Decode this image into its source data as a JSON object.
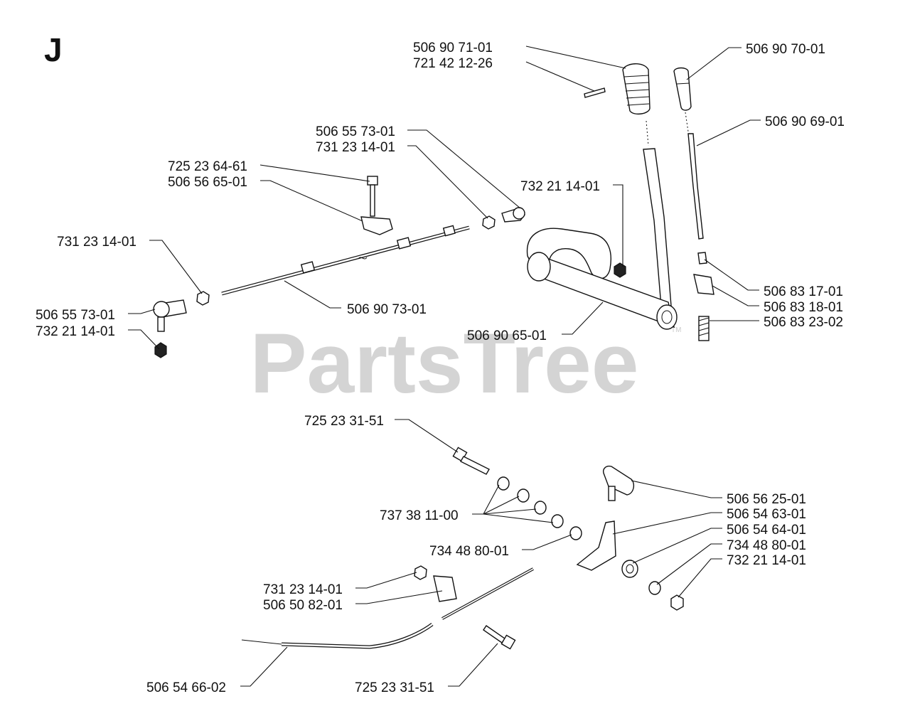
{
  "section_letter": "J",
  "watermark": "PartsTree",
  "watermark_mark": "TM",
  "callouts": [
    {
      "id": "c1",
      "text": "506 90 71-01",
      "anchor": "start"
    },
    {
      "id": "c2",
      "text": "721 42 12-26",
      "anchor": "start"
    },
    {
      "id": "c3",
      "text": "506 90 70-01",
      "anchor": "start"
    },
    {
      "id": "c4",
      "text": "506 55 73-01",
      "anchor": "start"
    },
    {
      "id": "c5",
      "text": "731 23 14-01",
      "anchor": "start"
    },
    {
      "id": "c6",
      "text": "506 90 69-01",
      "anchor": "start"
    },
    {
      "id": "c7",
      "text": "725 23 64-61",
      "anchor": "start"
    },
    {
      "id": "c8",
      "text": "506 56 65-01",
      "anchor": "start"
    },
    {
      "id": "c9",
      "text": "732 21 14-01",
      "anchor": "start"
    },
    {
      "id": "c10",
      "text": "731 23 14-01",
      "anchor": "start"
    },
    {
      "id": "c11",
      "text": "506 90 73-01",
      "anchor": "start"
    },
    {
      "id": "c12",
      "text": "506 55 73-01",
      "anchor": "start"
    },
    {
      "id": "c13",
      "text": "732 21 14-01",
      "anchor": "start"
    },
    {
      "id": "c14",
      "text": "506 90 65-01",
      "anchor": "start"
    },
    {
      "id": "c15",
      "text": "506 83 17-01",
      "anchor": "start"
    },
    {
      "id": "c16",
      "text": "506 83 18-01",
      "anchor": "start"
    },
    {
      "id": "c17",
      "text": "506 83 23-02",
      "anchor": "start"
    },
    {
      "id": "c18",
      "text": "725 23 31-51",
      "anchor": "start"
    },
    {
      "id": "c19",
      "text": "506 56 25-01",
      "anchor": "start"
    },
    {
      "id": "c20",
      "text": "506 54 63-01",
      "anchor": "start"
    },
    {
      "id": "c21",
      "text": "737 38 11-00",
      "anchor": "start"
    },
    {
      "id": "c22",
      "text": "506 54 64-01",
      "anchor": "start"
    },
    {
      "id": "c23",
      "text": "734 48 80-01",
      "anchor": "start"
    },
    {
      "id": "c24",
      "text": "734 48 80-01",
      "anchor": "start"
    },
    {
      "id": "c25",
      "text": "732 21 14-01",
      "anchor": "start"
    },
    {
      "id": "c26",
      "text": "731 23 14-01",
      "anchor": "start"
    },
    {
      "id": "c27",
      "text": "506 50 82-01",
      "anchor": "start"
    },
    {
      "id": "c28",
      "text": "506 54 66-02",
      "anchor": "start"
    },
    {
      "id": "c29",
      "text": "725 23 31-51",
      "anchor": "start"
    }
  ]
}
